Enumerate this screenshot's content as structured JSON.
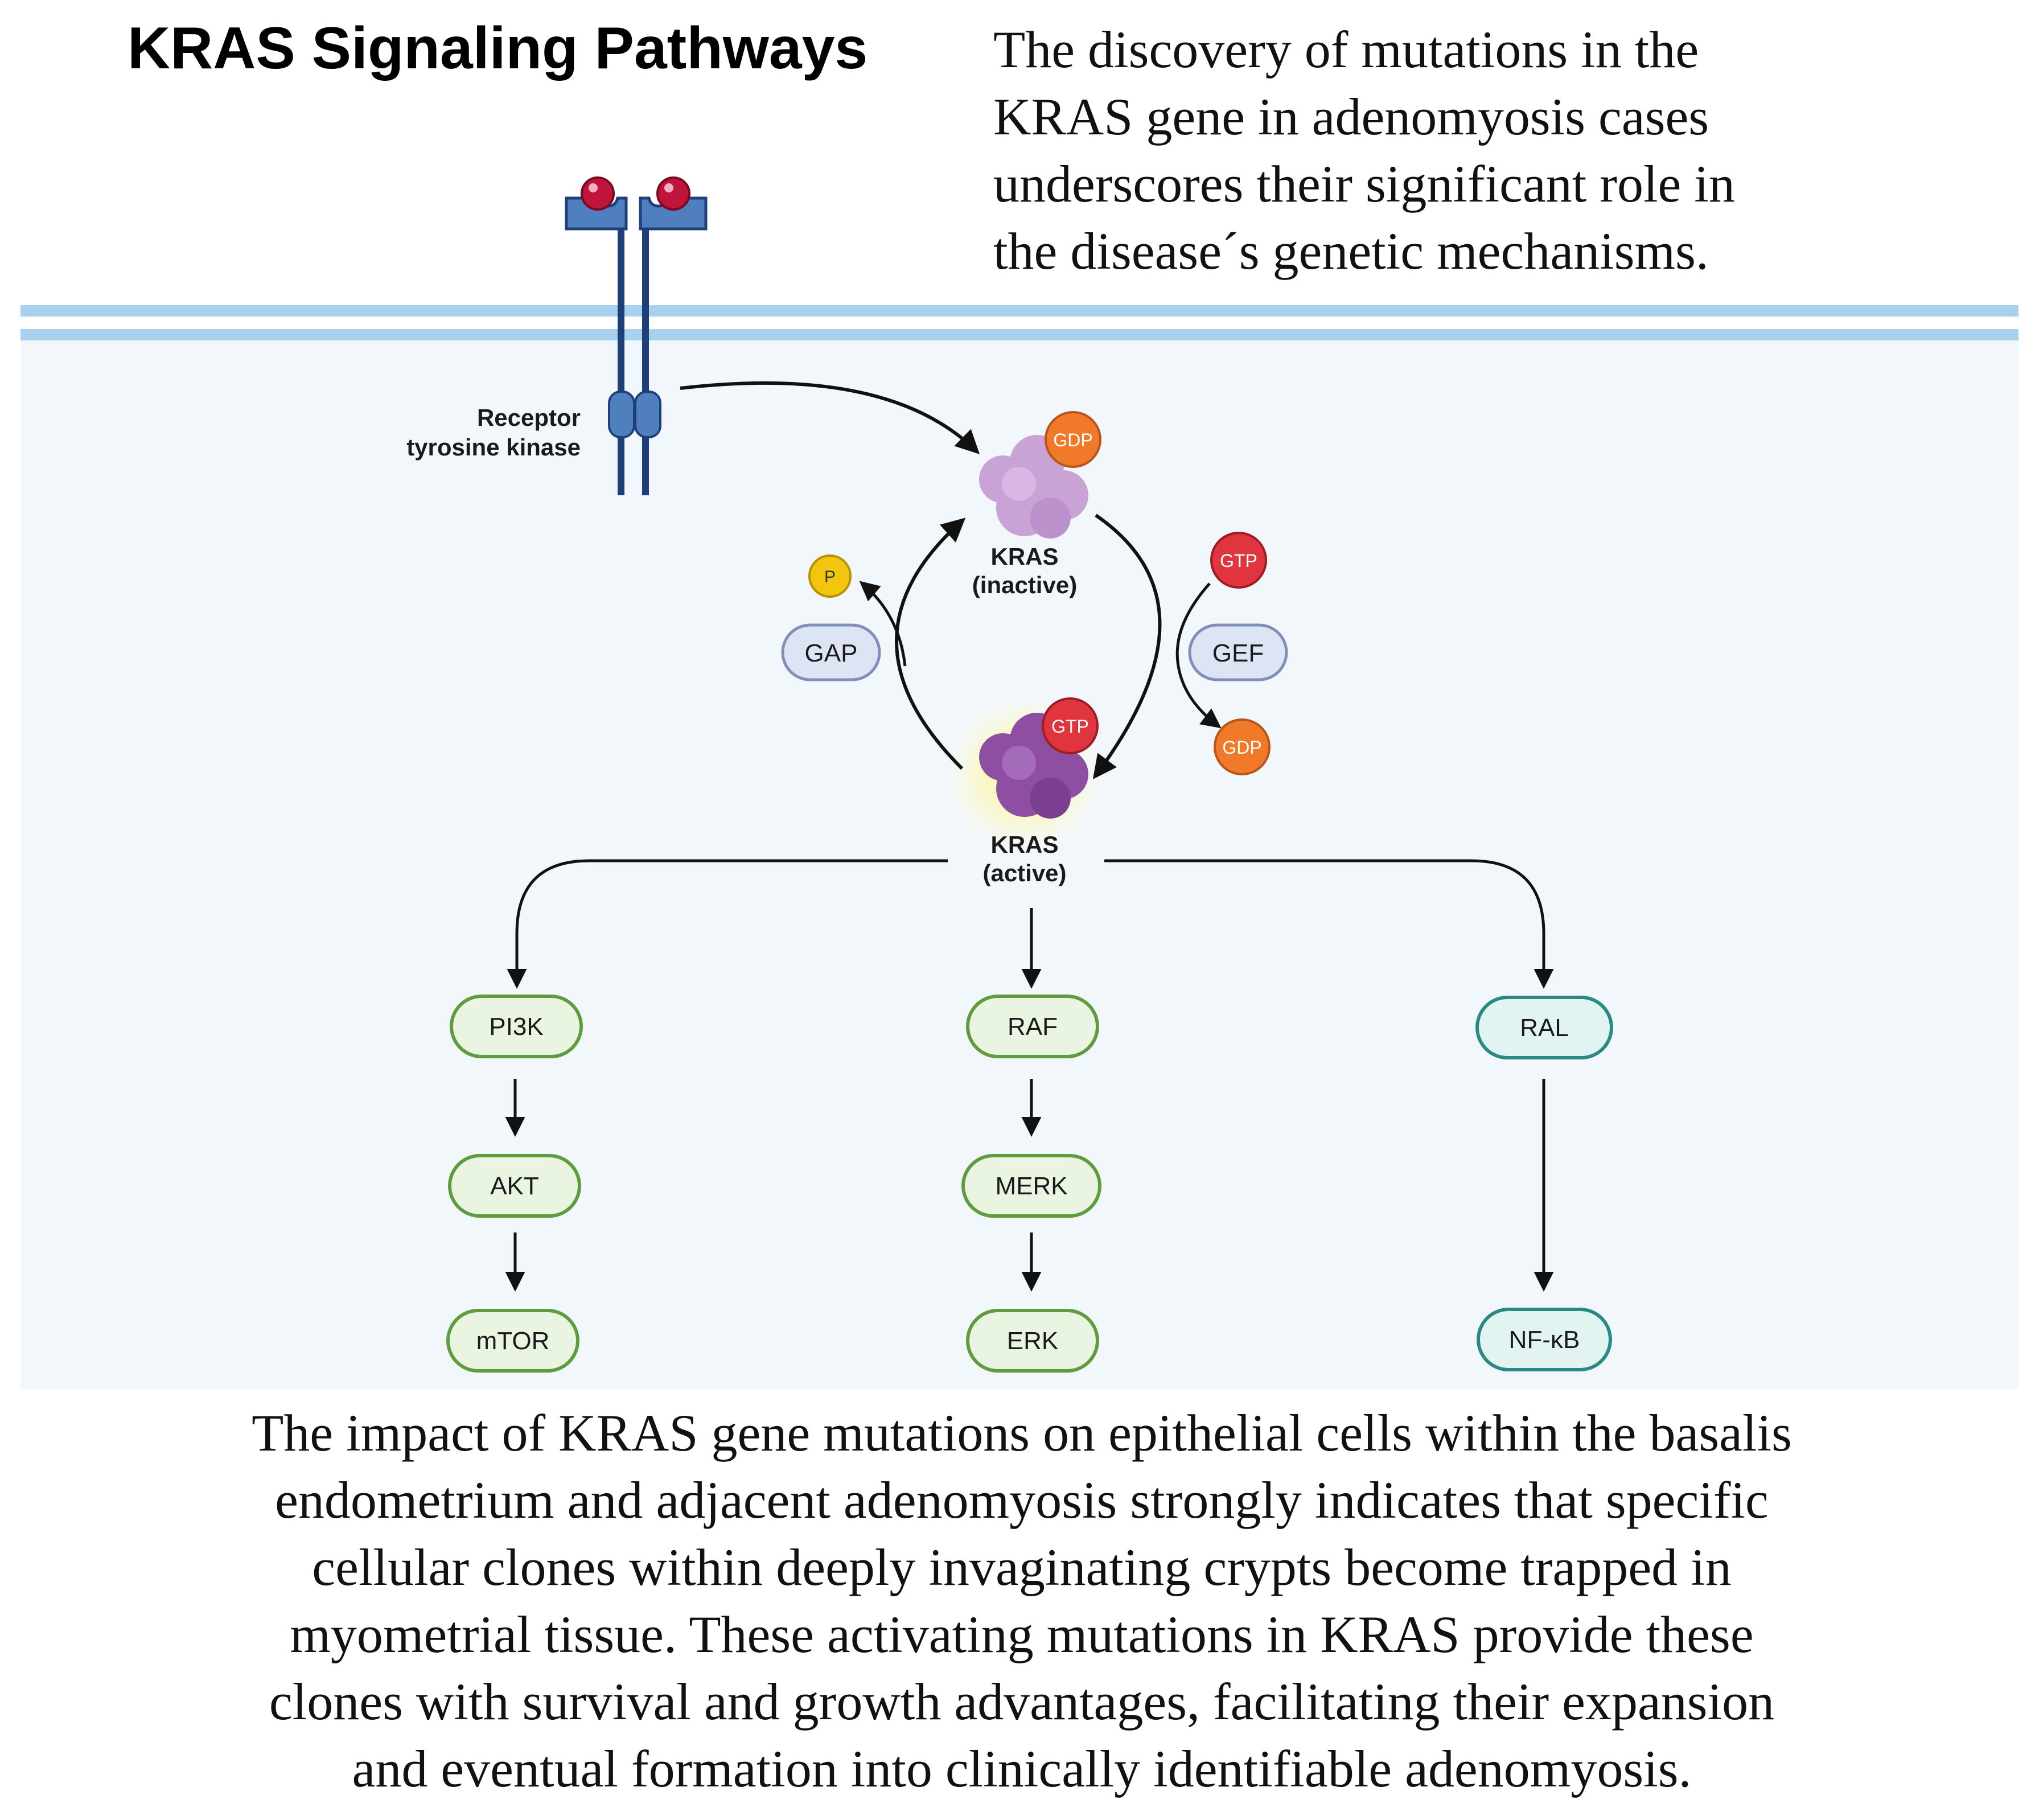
{
  "title": "KRAS Signaling Pathways",
  "intro_lines": [
    "The discovery of mutations in the",
    "KRAS gene in adenomyosis cases",
    "underscores their significant role in",
    "the disease´s genetic mechanisms."
  ],
  "receptor_label": [
    "Receptor",
    "tyrosine kinase"
  ],
  "kras_inactive": {
    "name": "KRAS",
    "state": "(inactive)",
    "badge": "GDP"
  },
  "kras_active": {
    "name": "KRAS",
    "state": "(active)",
    "badge": "GTP"
  },
  "gap": {
    "label": "GAP",
    "released": "P"
  },
  "gef": {
    "label": "GEF",
    "input": "GTP",
    "released": "GDP"
  },
  "pathways": [
    {
      "nodes": [
        "PI3K",
        "AKT",
        "mTOR"
      ],
      "color": "#5e9c3e",
      "fill": "#e9f5e1"
    },
    {
      "nodes": [
        "RAF",
        "MERK",
        "ERK"
      ],
      "color": "#5e9c3e",
      "fill": "#e9f5e1"
    },
    {
      "nodes": [
        "RAL",
        "NF-κB"
      ],
      "color": "#2a8a83",
      "fill": "#e2f4f1"
    }
  ],
  "colors": {
    "membrane": "#a9d0ec",
    "cytoplasm": "#f2f7fb",
    "receptor": "#1f3f7a",
    "receptor_fill": "#4f7fbf",
    "ligand": "#c0143c",
    "kras_inactive": "#c9a3d6",
    "kras_active": "#8e4fa3",
    "gtp": "#e0353f",
    "gdp": "#f07a2a",
    "phosphate": "#f2c60e",
    "regulator_fill": "#dde4f3",
    "regulator_stroke": "#7f8fb8"
  },
  "conclusion_lines": [
    "The impact of KRAS gene mutations on epithelial cells within the basalis",
    "endometrium and adjacent adenomyosis strongly indicates that specific",
    "cellular clones within deeply invaginating crypts become trapped in",
    "myometrial tissue. These activating mutations in KRAS provide these",
    "clones with survival and growth advantages, facilitating their expansion",
    "and eventual formation into clinically identifiable adenomyosis."
  ]
}
